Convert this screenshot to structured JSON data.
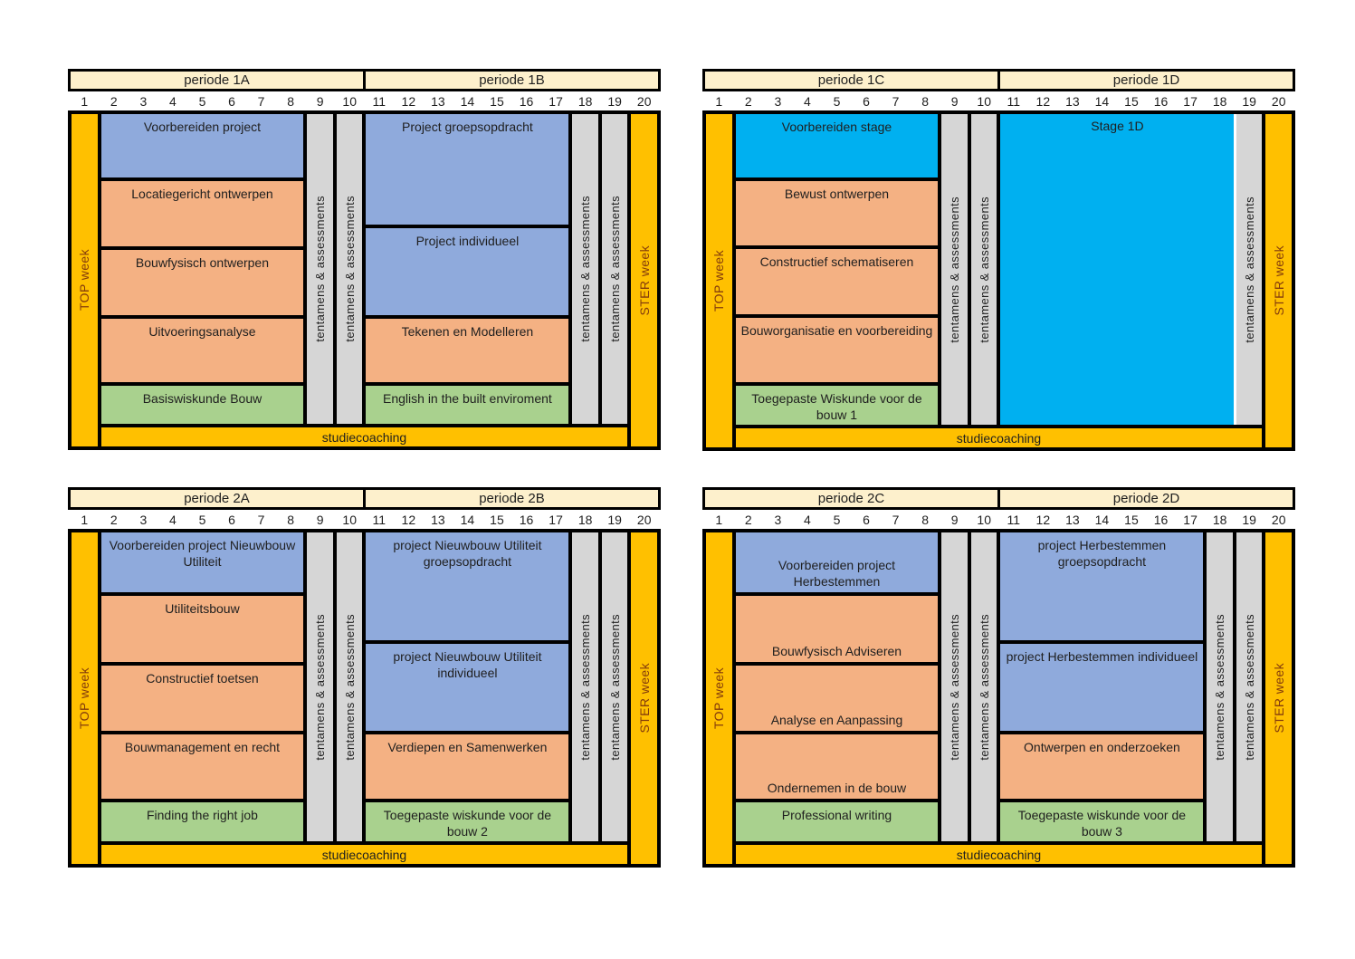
{
  "labels": {
    "top_week": "TOP week",
    "ster_week": "STER week",
    "tentamens": "tentamens & assessments",
    "studiecoaching": "studiecoaching"
  },
  "weeks": [
    "1",
    "2",
    "3",
    "4",
    "5",
    "6",
    "7",
    "8",
    "9",
    "10",
    "11",
    "12",
    "13",
    "14",
    "15",
    "16",
    "17",
    "18",
    "19",
    "20"
  ],
  "colors": {
    "blue": "#8faadc",
    "orange": "#f4b183",
    "green": "#a9d18e",
    "cyan": "#00b0f0",
    "yellow": "#ffc000",
    "cream": "#fdf0cc",
    "gray": "#d6d6d6",
    "accent_text": "#843c0c",
    "border": "#000000"
  },
  "quadrants": {
    "q1": {
      "period_left": "periode 1A",
      "period_right": "periode 1B",
      "courses": {
        "voorbereiden_project": "Voorbereiden project",
        "locatiegericht_ontwerpen": "Locatiegericht ontwerpen",
        "bouwfysisch_ontwerpen": "Bouwfysisch ontwerpen",
        "uitvoeringsanalyse": "Uitvoeringsanalyse",
        "basiswiskunde_bouw": "Basiswiskunde Bouw",
        "project_groepsopdracht": "Project groepsopdracht",
        "project_individueel": "Project individueel",
        "tekenen_en_modelleren": "Tekenen en Modelleren",
        "english": "English in the built enviroment"
      }
    },
    "q2": {
      "period_left": "periode 1C",
      "period_right": "periode 1D",
      "courses": {
        "voorbereiden_stage": "Voorbereiden stage",
        "bewust_ontwerpen": "Bewust ontwerpen",
        "constructief_schematiseren": "Constructief schematiseren",
        "bouworganisatie": "Bouworganisatie en voorbereiding",
        "wiskunde_1": "Toegepaste Wiskunde voor de bouw 1",
        "stage_1d": "Stage 1D"
      }
    },
    "q3": {
      "period_left": "periode 2A",
      "period_right": "periode 2B",
      "courses": {
        "voorbereiden_nieuwbouw": "Voorbereiden project Nieuwbouw Utiliteit",
        "utiliteitsbouw": "Utiliteitsbouw",
        "constructief_toetsen": "Constructief toetsen",
        "bouwmanagement_en_recht": "Bouwmanagement en recht",
        "finding_the_right_job": "Finding the right job",
        "nieuwbouw_groepsopdracht": "project Nieuwbouw Utiliteit groepsopdracht",
        "nieuwbouw_individueel": "project Nieuwbouw Utiliteit individueel",
        "verdiepen_en_samenwerken": "Verdiepen en Samenwerken",
        "wiskunde_2": "Toegepaste wiskunde voor de bouw 2"
      }
    },
    "q4": {
      "period_left": "periode 2C",
      "period_right": "periode 2D",
      "courses": {
        "voorbereiden_herbestemmen": "Voorbereiden project Herbestemmen",
        "bouwfysisch_adviseren": "Bouwfysisch Adviseren",
        "analyse_en_aanpassing": "Analyse en Aanpassing",
        "ondernemen_in_de_bouw": "Ondernemen in de bouw",
        "professional_writing": "Professional writing",
        "herbestemmen_groepsopdracht": "project Herbestemmen groepsopdracht",
        "herbestemmen_individueel": "project Herbestemmen individueel",
        "ontwerpen_en_onderzoeken": "Ontwerpen en onderzoeken",
        "wiskunde_3": "Toegepaste wiskunde voor de bouw 3"
      }
    }
  }
}
